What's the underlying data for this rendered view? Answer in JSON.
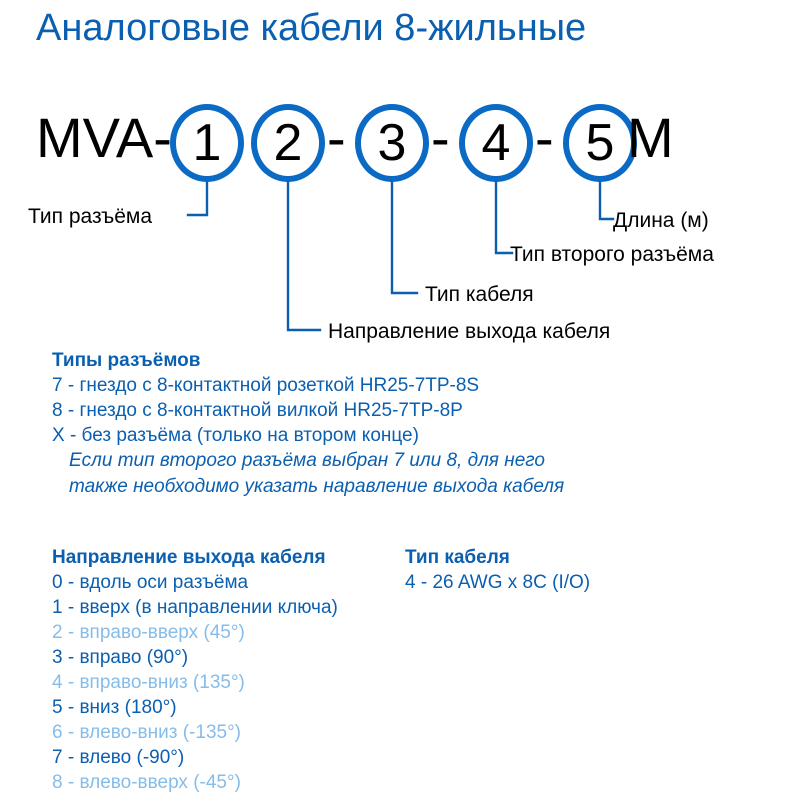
{
  "title": "Аналоговые кабели 8-жильные",
  "part_number": {
    "prefix": "MVA-",
    "suffix": "M",
    "separator": "-",
    "accent_color": "#0b6ac4",
    "fields": [
      {
        "digit": "1",
        "callout": "Тип разъёма"
      },
      {
        "digit": "2",
        "callout": "Направление выхода кабеля"
      },
      {
        "digit": "3",
        "callout": "Тип кабеля"
      },
      {
        "digit": "4",
        "callout": "Тип второго разъёма"
      },
      {
        "digit": "5",
        "callout": "Длина (м)"
      }
    ]
  },
  "connector_types": {
    "title": "Типы разъёмов",
    "items": [
      "7 - гнездо с 8-контактной розеткой HR25-7TP-8S",
      "8 - гнездо с 8-контактной вилкой HR25-7TP-8P",
      "X - без разъёма (только на втором конце)"
    ],
    "note": [
      "Если тип второго разъёма выбран 7 или 8, для него",
      "также необходимо указать наравление выхода кабеля"
    ]
  },
  "cable_direction": {
    "title": "Направление выхода кабеля",
    "items": [
      {
        "text": "0 - вдоль оси разъёма",
        "available": true
      },
      {
        "text": "1 - вверх (в направлении ключа)",
        "available": true
      },
      {
        "text": "2 - вправо-вверх (45°)",
        "available": false
      },
      {
        "text": "3 - вправо (90°)",
        "available": true
      },
      {
        "text": "4 - вправо-вниз (135°)",
        "available": false
      },
      {
        "text": "5 - вниз (180°)",
        "available": true
      },
      {
        "text": "6 - влево-вниз (-135°)",
        "available": false
      },
      {
        "text": "7 - влево (-90°)",
        "available": true
      },
      {
        "text": "8 - влево-вверх (-45°)",
        "available": false
      }
    ]
  },
  "cable_type": {
    "title": "Тип кабеля",
    "items": [
      {
        "text": "4 - 26 AWG x 8C (I/O)",
        "available": true
      }
    ]
  },
  "colors": {
    "accent": "#0b5fb0",
    "circle": "#0b6ac4",
    "dim": "#86bce9",
    "text": "#000000"
  }
}
